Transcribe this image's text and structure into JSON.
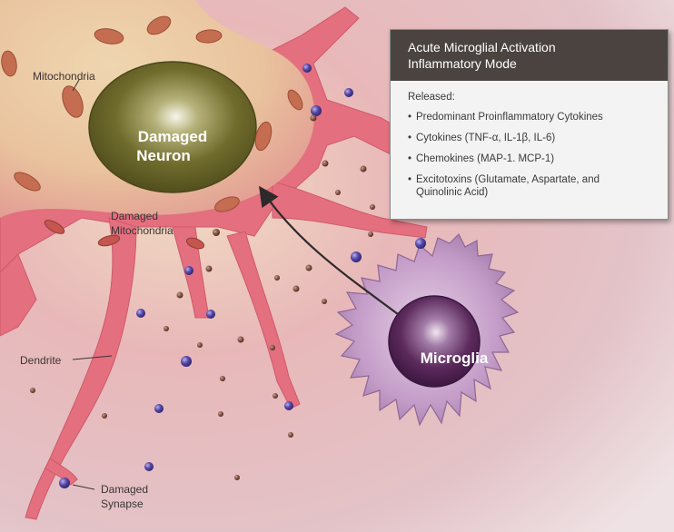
{
  "labels": {
    "mitochondria": "Mitochondria",
    "neuron_line1": "Damaged",
    "neuron_line2": "Neuron",
    "damaged_mito_line1": "Damaged",
    "damaged_mito_line2": "Mitochondria",
    "dendrite": "Dendrite",
    "synapse_line1": "Damaged",
    "synapse_line2": "Synapse",
    "microglia": "Microglia"
  },
  "infobox": {
    "title_line1": "Acute Microglial Activation",
    "title_line2": "Inflammatory Mode",
    "released_label": "Released:",
    "items": [
      "Predominant Proinflammatory Cytokines",
      "Cytokines (TNF-α, IL-1β, IL-6)",
      "Chemokines (MAP-1. MCP-1)",
      "Excitotoxins (Glutamate, Aspartate, and",
      "Quinolinic Acid)"
    ]
  },
  "colors": {
    "background": "#e6c8cc",
    "neuron_body": "#e9c9a2",
    "neuron_process": "#e2707f",
    "nucleus": "#6f6b2c",
    "mitochondria": "#c86f52",
    "microglia": "#c39ac7",
    "microglia_nucleus": "#5c2a5c",
    "particle_purple": "#4b3b9a",
    "particle_brown": "#7a4b3c",
    "infobox_header": "#4a4340"
  }
}
